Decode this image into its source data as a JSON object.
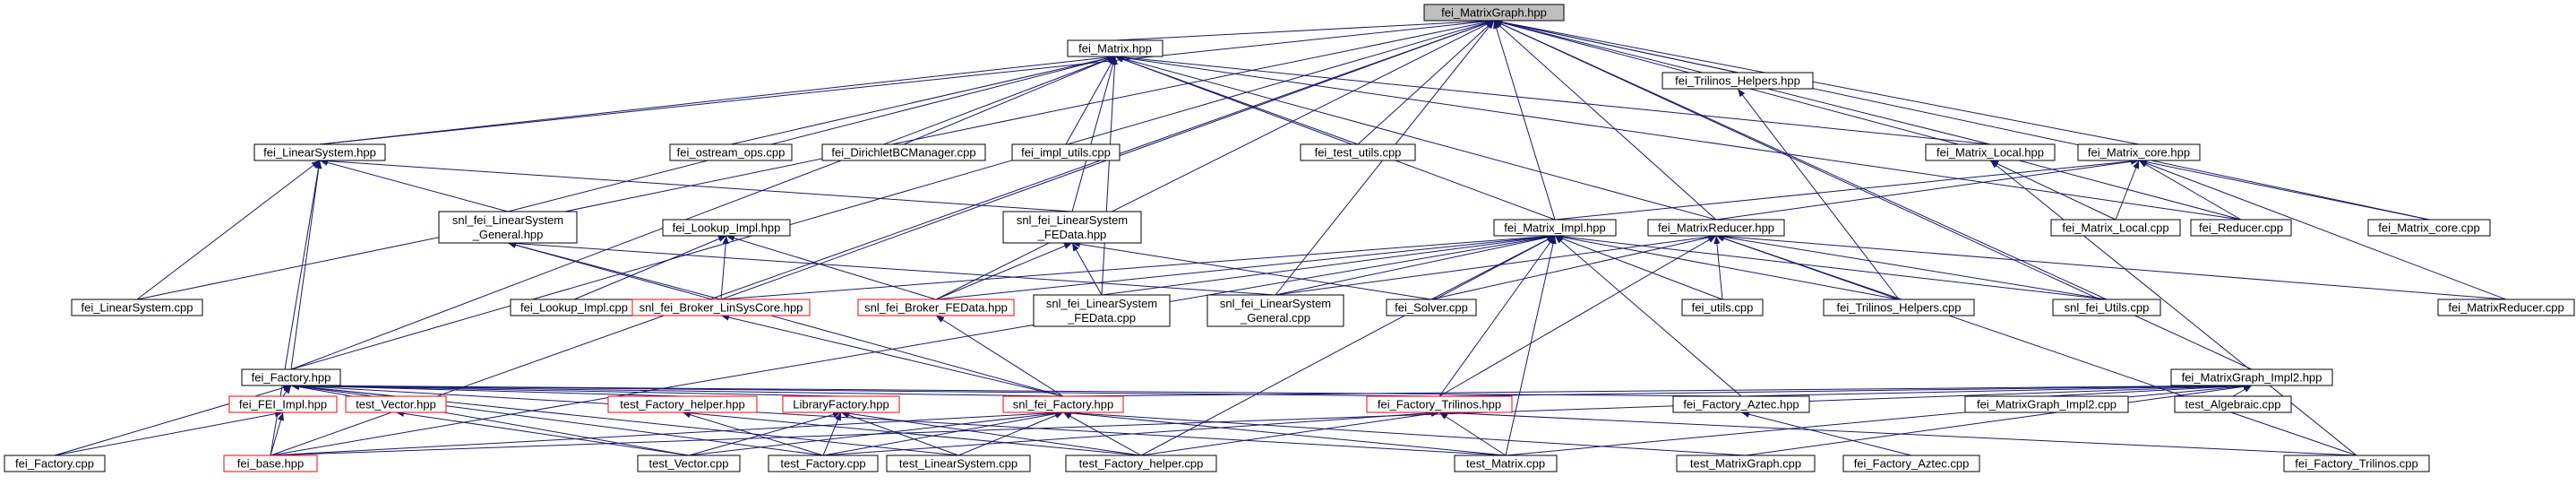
{
  "colors": {
    "edge": "#191970",
    "border_documented": "#000000",
    "border_undocumented": "#ff0000",
    "fill_default": "#ffffff",
    "fill_root": "#bfbfbf"
  },
  "graph": {
    "nodes": [
      {
        "id": "root",
        "label": "fei_MatrixGraph.hpp",
        "style": "root"
      },
      {
        "id": "fei_Matrix",
        "label": "fei_Matrix.hpp",
        "style": "default"
      },
      {
        "id": "fei_Trilinos_Helpers_hpp",
        "label": "fei_Trilinos_Helpers.hpp",
        "style": "default"
      },
      {
        "id": "fei_LinearSystem_hpp",
        "label": "fei_LinearSystem.hpp",
        "style": "default"
      },
      {
        "id": "fei_ostream_ops",
        "label": "fei_ostream_ops.cpp",
        "style": "default"
      },
      {
        "id": "fei_DirichletBCManager",
        "label": "fei_DirichletBCManager.cpp",
        "style": "default"
      },
      {
        "id": "fei_impl_utils",
        "label": "fei_impl_utils.cpp",
        "style": "default"
      },
      {
        "id": "fei_test_utils",
        "label": "fei_test_utils.cpp",
        "style": "default"
      },
      {
        "id": "fei_Matrix_Local_hpp",
        "label": "fei_Matrix_Local.hpp",
        "style": "default"
      },
      {
        "id": "fei_Matrix_core_hpp",
        "label": "fei_Matrix_core.hpp",
        "style": "default"
      },
      {
        "id": "snl_LinSysGeneral_hpp",
        "label": [
          "snl_fei_LinearSystem",
          "_General.hpp"
        ],
        "style": "default"
      },
      {
        "id": "fei_Lookup_Impl_hpp",
        "label": "fei_Lookup_Impl.hpp",
        "style": "default"
      },
      {
        "id": "snl_LinSysFEData_hpp",
        "label": [
          "snl_fei_LinearSystem",
          "_FEData.hpp"
        ],
        "style": "default"
      },
      {
        "id": "fei_Matrix_Impl_hpp",
        "label": "fei_Matrix_Impl.hpp",
        "style": "default"
      },
      {
        "id": "fei_MatrixReducer_hpp",
        "label": "fei_MatrixReducer.hpp",
        "style": "default"
      },
      {
        "id": "fei_Matrix_Local_cpp",
        "label": "fei_Matrix_Local.cpp",
        "style": "default"
      },
      {
        "id": "fei_Reducer_cpp",
        "label": "fei_Reducer.cpp",
        "style": "default"
      },
      {
        "id": "fei_Matrix_core_cpp",
        "label": "fei_Matrix_core.cpp",
        "style": "default"
      },
      {
        "id": "fei_LinearSystem_cpp",
        "label": "fei_LinearSystem.cpp",
        "style": "default"
      },
      {
        "id": "fei_Lookup_Impl_cpp",
        "label": "fei_Lookup_Impl.cpp",
        "style": "default"
      },
      {
        "id": "snl_Broker_LinSysCore",
        "label": "snl_fei_Broker_LinSysCore.hpp",
        "style": "undocumented"
      },
      {
        "id": "snl_Broker_FEData",
        "label": "snl_fei_Broker_FEData.hpp",
        "style": "undocumented"
      },
      {
        "id": "snl_LinSys_FEData_cpp",
        "label": [
          "snl_fei_LinearSystem",
          "_FEData.cpp"
        ],
        "style": "default"
      },
      {
        "id": "snl_LinSys_General_cpp",
        "label": [
          "snl_fei_LinearSystem",
          "_General.cpp"
        ],
        "style": "default"
      },
      {
        "id": "fei_Solver_cpp",
        "label": "fei_Solver.cpp",
        "style": "default"
      },
      {
        "id": "fei_utils_cpp",
        "label": "fei_utils.cpp",
        "style": "default"
      },
      {
        "id": "fei_Trilinos_Helpers_cpp",
        "label": "fei_Trilinos_Helpers.cpp",
        "style": "default"
      },
      {
        "id": "snl_fei_Utils_cpp",
        "label": "snl_fei_Utils.cpp",
        "style": "default"
      },
      {
        "id": "fei_MatrixReducer_cpp",
        "label": "fei_MatrixReducer.cpp",
        "style": "default"
      },
      {
        "id": "fei_Factory_hpp",
        "label": "fei_Factory.hpp",
        "style": "default"
      },
      {
        "id": "fei_MatrixGraph_Impl2_hpp",
        "label": "fei_MatrixGraph_Impl2.hpp",
        "style": "default"
      },
      {
        "id": "fei_FEI_Impl_hpp",
        "label": "fei_FEI_Impl.hpp",
        "style": "undocumented"
      },
      {
        "id": "test_Vector_hpp",
        "label": "test_Vector.hpp",
        "style": "undocumented"
      },
      {
        "id": "test_Factory_helper_hpp",
        "label": "test_Factory_helper.hpp",
        "style": "undocumented"
      },
      {
        "id": "LibraryFactory_hpp",
        "label": "LibraryFactory.hpp",
        "style": "undocumented"
      },
      {
        "id": "snl_fei_Factory_hpp",
        "label": "snl_fei_Factory.hpp",
        "style": "undocumented"
      },
      {
        "id": "fei_Factory_Trilinos_hpp",
        "label": "fei_Factory_Trilinos.hpp",
        "style": "undocumented"
      },
      {
        "id": "fei_Factory_Aztec_hpp",
        "label": "fei_Factory_Aztec.hpp",
        "style": "default"
      },
      {
        "id": "fei_MatrixGraph_Impl2_cpp",
        "label": "fei_MatrixGraph_Impl2.cpp",
        "style": "default"
      },
      {
        "id": "test_Algebraic_cpp",
        "label": "test_Algebraic.cpp",
        "style": "default"
      },
      {
        "id": "fei_Factory_cpp",
        "label": "fei_Factory.cpp",
        "style": "default"
      },
      {
        "id": "fei_base_hpp",
        "label": "fei_base.hpp",
        "style": "undocumented"
      },
      {
        "id": "test_Vector_cpp",
        "label": "test_Vector.cpp",
        "style": "default"
      },
      {
        "id": "test_Factory_cpp",
        "label": "test_Factory.cpp",
        "style": "default"
      },
      {
        "id": "test_LinearSystem_cpp",
        "label": "test_LinearSystem.cpp",
        "style": "default"
      },
      {
        "id": "test_Factory_helper_cpp",
        "label": "test_Factory_helper.cpp",
        "style": "default"
      },
      {
        "id": "test_Matrix_cpp",
        "label": "test_Matrix.cpp",
        "style": "default"
      },
      {
        "id": "test_MatrixGraph_cpp",
        "label": "test_MatrixGraph.cpp",
        "style": "default"
      },
      {
        "id": "fei_Factory_Aztec_cpp",
        "label": "fei_Factory_Aztec.cpp",
        "style": "default"
      },
      {
        "id": "fei_Factory_Trilinos_cpp",
        "label": "fei_Factory_Trilinos.cpp",
        "style": "default"
      }
    ],
    "edges": [
      [
        "fei_Matrix",
        "root"
      ],
      [
        "fei_Trilinos_Helpers_hpp",
        "root"
      ],
      [
        "fei_LinearSystem_hpp",
        "root"
      ],
      [
        "fei_Matrix_Local_hpp",
        "root"
      ],
      [
        "fei_Matrix_core_hpp",
        "root"
      ],
      [
        "fei_test_utils",
        "root"
      ],
      [
        "fei_Matrix_Impl_hpp",
        "root"
      ],
      [
        "fei_MatrixReducer_hpp",
        "root"
      ],
      [
        "fei_Matrix_core_cpp",
        "root"
      ],
      [
        "fei_Reducer_cpp",
        "root"
      ],
      [
        "fei_LinearSystem_cpp",
        "root"
      ],
      [
        "fei_Factory_hpp",
        "root"
      ],
      [
        "snl_Broker_LinSysCore",
        "root"
      ],
      [
        "snl_Broker_FEData",
        "root"
      ],
      [
        "snl_LinSys_General_cpp",
        "root"
      ],
      [
        "snl_fei_Utils_cpp",
        "root"
      ],
      [
        "fei_MatrixGraph_Impl2_hpp",
        "root"
      ],
      [
        "fei_base_hpp",
        "root"
      ],
      [
        "fei_LinearSystem_hpp",
        "fei_Matrix"
      ],
      [
        "fei_ostream_ops",
        "fei_Matrix"
      ],
      [
        "fei_DirichletBCManager",
        "fei_Matrix"
      ],
      [
        "fei_impl_utils",
        "fei_Matrix"
      ],
      [
        "fei_test_utils",
        "fei_Matrix"
      ],
      [
        "fei_Matrix_Local_hpp",
        "fei_Matrix"
      ],
      [
        "snl_LinSysGeneral_hpp",
        "fei_Matrix"
      ],
      [
        "snl_LinSysFEData_hpp",
        "fei_Matrix"
      ],
      [
        "fei_Matrix_Impl_hpp",
        "fei_Matrix"
      ],
      [
        "fei_MatrixReducer_hpp",
        "fei_Matrix"
      ],
      [
        "fei_Factory_hpp",
        "fei_Matrix"
      ],
      [
        "fei_Reducer_cpp",
        "fei_Matrix"
      ],
      [
        "snl_LinSys_FEData_cpp",
        "fei_Matrix"
      ],
      [
        "fei_Trilinos_Helpers_cpp",
        "fei_Trilinos_Helpers_hpp"
      ],
      [
        "fei_LinearSystem_cpp",
        "fei_LinearSystem_hpp"
      ],
      [
        "fei_Factory_hpp",
        "fei_LinearSystem_hpp"
      ],
      [
        "snl_LinSysGeneral_hpp",
        "fei_LinearSystem_hpp"
      ],
      [
        "snl_LinSysFEData_hpp",
        "fei_LinearSystem_hpp"
      ],
      [
        "fei_base_hpp",
        "fei_LinearSystem_hpp"
      ],
      [
        "fei_Matrix_Local_cpp",
        "fei_Matrix_Local_hpp"
      ],
      [
        "fei_Factory_Trilinos_cpp",
        "fei_Matrix_Local_hpp"
      ],
      [
        "fei_Matrix_Impl_hpp",
        "fei_Matrix_core_hpp"
      ],
      [
        "fei_MatrixReducer_hpp",
        "fei_Matrix_core_hpp"
      ],
      [
        "fei_Matrix_Local_cpp",
        "fei_Matrix_core_hpp"
      ],
      [
        "fei_Matrix_core_cpp",
        "fei_Matrix_core_hpp"
      ],
      [
        "fei_Reducer_cpp",
        "fei_Matrix_core_hpp"
      ],
      [
        "fei_MatrixReducer_cpp",
        "fei_Matrix_core_hpp"
      ],
      [
        "snl_Broker_LinSysCore",
        "snl_LinSysGeneral_hpp"
      ],
      [
        "snl_LinSys_General_cpp",
        "snl_LinSysGeneral_hpp"
      ],
      [
        "snl_fei_Factory_hpp",
        "snl_LinSysGeneral_hpp"
      ],
      [
        "fei_Lookup_Impl_cpp",
        "fei_Lookup_Impl_hpp"
      ],
      [
        "snl_Broker_LinSysCore",
        "fei_Lookup_Impl_hpp"
      ],
      [
        "snl_Broker_FEData",
        "fei_Lookup_Impl_hpp"
      ],
      [
        "snl_Broker_FEData",
        "snl_LinSysFEData_hpp"
      ],
      [
        "snl_LinSys_FEData_cpp",
        "snl_LinSysFEData_hpp"
      ],
      [
        "fei_Solver_cpp",
        "snl_LinSysFEData_hpp"
      ],
      [
        "snl_Broker_LinSysCore",
        "fei_Matrix_Impl_hpp"
      ],
      [
        "snl_Broker_FEData",
        "fei_Matrix_Impl_hpp"
      ],
      [
        "snl_LinSys_FEData_cpp",
        "fei_Matrix_Impl_hpp"
      ],
      [
        "snl_LinSys_General_cpp",
        "fei_Matrix_Impl_hpp"
      ],
      [
        "fei_Solver_cpp",
        "fei_Matrix_Impl_hpp"
      ],
      [
        "fei_utils_cpp",
        "fei_Matrix_Impl_hpp"
      ],
      [
        "fei_Trilinos_Helpers_cpp",
        "fei_Matrix_Impl_hpp"
      ],
      [
        "snl_fei_Utils_cpp",
        "fei_Matrix_Impl_hpp"
      ],
      [
        "fei_Factory_Aztec_hpp",
        "fei_Matrix_Impl_hpp"
      ],
      [
        "fei_Factory_Trilinos_hpp",
        "fei_Matrix_Impl_hpp"
      ],
      [
        "test_Matrix_cpp",
        "fei_Matrix_Impl_hpp"
      ],
      [
        "fei_base_hpp",
        "fei_Matrix_Impl_hpp"
      ],
      [
        "test_Factory_helper_cpp",
        "fei_Matrix_Impl_hpp"
      ],
      [
        "fei_utils_cpp",
        "fei_MatrixReducer_hpp"
      ],
      [
        "fei_Trilinos_Helpers_cpp",
        "fei_MatrixReducer_hpp"
      ],
      [
        "fei_MatrixReducer_cpp",
        "fei_MatrixReducer_hpp"
      ],
      [
        "fei_Solver_cpp",
        "fei_MatrixReducer_hpp"
      ],
      [
        "snl_LinSys_General_cpp",
        "fei_MatrixReducer_hpp"
      ],
      [
        "fei_Factory_Trilinos_hpp",
        "fei_MatrixReducer_hpp"
      ],
      [
        "fei_Factory_Trilinos_cpp",
        "fei_MatrixReducer_hpp"
      ],
      [
        "snl_fei_Utils_cpp",
        "fei_MatrixReducer_hpp"
      ],
      [
        "fei_FEI_Impl_hpp",
        "fei_Factory_hpp"
      ],
      [
        "test_Vector_hpp",
        "fei_Factory_hpp"
      ],
      [
        "test_Factory_helper_hpp",
        "fei_Factory_hpp"
      ],
      [
        "LibraryFactory_hpp",
        "fei_Factory_hpp"
      ],
      [
        "snl_fei_Factory_hpp",
        "fei_Factory_hpp"
      ],
      [
        "fei_Factory_Trilinos_hpp",
        "fei_Factory_hpp"
      ],
      [
        "fei_Factory_Aztec_hpp",
        "fei_Factory_hpp"
      ],
      [
        "fei_Factory_cpp",
        "fei_Factory_hpp"
      ],
      [
        "test_Factory_cpp",
        "fei_Factory_hpp"
      ],
      [
        "test_LinearSystem_cpp",
        "fei_Factory_hpp"
      ],
      [
        "test_Matrix_cpp",
        "fei_Factory_hpp"
      ],
      [
        "test_Vector_cpp",
        "fei_Factory_hpp"
      ],
      [
        "fei_Factory_cpp",
        "fei_FEI_Impl_hpp"
      ],
      [
        "fei_base_hpp",
        "fei_FEI_Impl_hpp"
      ],
      [
        "test_Vector_cpp",
        "test_Vector_hpp"
      ],
      [
        "test_Factory_cpp",
        "test_Factory_helper_hpp"
      ],
      [
        "test_Factory_helper_cpp",
        "test_Factory_helper_hpp"
      ],
      [
        "test_Vector_cpp",
        "LibraryFactory_hpp"
      ],
      [
        "test_Factory_cpp",
        "LibraryFactory_hpp"
      ],
      [
        "test_LinearSystem_cpp",
        "LibraryFactory_hpp"
      ],
      [
        "test_Factory_helper_cpp",
        "LibraryFactory_hpp"
      ],
      [
        "fei_base_hpp",
        "snl_fei_Factory_hpp"
      ],
      [
        "test_Vector_cpp",
        "snl_fei_Factory_hpp"
      ],
      [
        "test_Factory_cpp",
        "snl_fei_Factory_hpp"
      ],
      [
        "test_LinearSystem_cpp",
        "snl_fei_Factory_hpp"
      ],
      [
        "test_Factory_helper_cpp",
        "snl_fei_Factory_hpp"
      ],
      [
        "test_Matrix_cpp",
        "snl_fei_Factory_hpp"
      ],
      [
        "test_MatrixGraph_cpp",
        "snl_fei_Factory_hpp"
      ],
      [
        "snl_fei_Factory_hpp",
        "snl_Broker_LinSysCore"
      ],
      [
        "snl_fei_Factory_hpp",
        "snl_Broker_FEData"
      ],
      [
        "test_Matrix_cpp",
        "fei_Factory_Trilinos_hpp"
      ],
      [
        "test_Factory_helper_cpp",
        "fei_Factory_Trilinos_hpp"
      ],
      [
        "fei_Factory_Trilinos_cpp",
        "fei_Factory_Trilinos_hpp"
      ],
      [
        "test_Factory_cpp",
        "fei_Factory_Trilinos_hpp"
      ],
      [
        "fei_Factory_Aztec_cpp",
        "fei_Factory_Aztec_hpp"
      ],
      [
        "fei_MatrixGraph_Impl2_cpp",
        "fei_MatrixGraph_Impl2_hpp"
      ],
      [
        "test_Algebraic_cpp",
        "fei_MatrixGraph_Impl2_hpp"
      ],
      [
        "fei_Factory_Aztec_hpp",
        "fei_MatrixGraph_Impl2_hpp"
      ],
      [
        "fei_Factory_Trilinos_hpp",
        "fei_MatrixGraph_Impl2_hpp"
      ],
      [
        "test_Matrix_cpp",
        "fei_MatrixGraph_Impl2_hpp"
      ],
      [
        "test_MatrixGraph_cpp",
        "fei_MatrixGraph_Impl2_hpp"
      ],
      [
        "snl_fei_Factory_hpp",
        "fei_MatrixGraph_Impl2_hpp"
      ],
      [
        "fei_base_hpp",
        "fei_MatrixGraph_Impl2_hpp"
      ]
    ]
  }
}
